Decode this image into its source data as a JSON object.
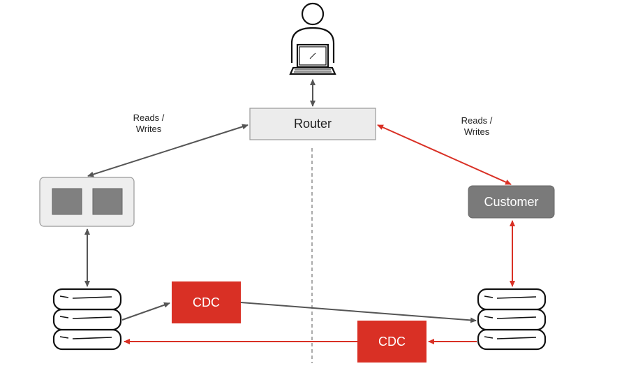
{
  "diagram": {
    "user_icon": "user-with-laptop-icon",
    "router": {
      "label": "Router"
    },
    "left_label": {
      "line1": "Reads /",
      "line2": "Writes"
    },
    "right_label": {
      "line1": "Reads /",
      "line2": "Writes"
    },
    "customer": {
      "label": "Customer"
    },
    "app_cluster_icon": "app-cluster-icon",
    "left_db_icon": "database-icon",
    "right_db_icon": "database-icon",
    "cdc_top": {
      "label": "CDC"
    },
    "cdc_bottom": {
      "label": "CDC"
    },
    "colors": {
      "red": "#d93025",
      "gray_arrow": "#555555",
      "router_fill": "#ececec",
      "customer_fill": "#7a7a7a",
      "cluster_fill": "#eeeeee",
      "cluster_inner": "#808080"
    }
  }
}
